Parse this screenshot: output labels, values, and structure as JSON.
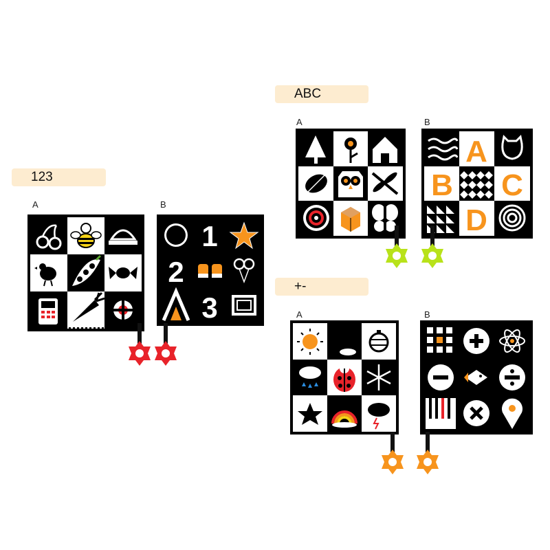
{
  "sets": [
    {
      "id": "123",
      "title": "123",
      "side_a": "A",
      "side_b": "B",
      "teether_color": "#e8232a"
    },
    {
      "id": "abc",
      "title": "ABC",
      "side_a": "A",
      "side_b": "B",
      "teether_color": "#b8e21a"
    },
    {
      "id": "plusminus",
      "title": "+-",
      "side_a": "A",
      "side_b": "B",
      "teether_color": "#f7941d"
    }
  ],
  "panels": {
    "set_123_a": [
      "cherries-icon",
      "bee-icon",
      "hat-icon",
      "bird-icon",
      "peapod-icon",
      "candy-icon",
      "phone-icon",
      "carrot-icon",
      "flower-icon"
    ],
    "set_123_b": [
      "circle-icon",
      "number-1",
      "star-icon",
      "number-2",
      "gloves-icon",
      "balloons-icon",
      "tent-icon",
      "number-3",
      "frame-icon"
    ],
    "set_abc_a": [
      "tree-icon",
      "flower-icon",
      "house-icon",
      "leaf-icon",
      "owl-icon",
      "dragonfly-icon",
      "target-icon",
      "cube-icon",
      "butterfly-icon"
    ],
    "set_abc_b": [
      "waves-icon",
      "letter-a",
      "cat-icon",
      "letter-b",
      "diamond-pattern-icon",
      "letter-c",
      "triangle-pattern-icon",
      "letter-d",
      "circles-icon"
    ],
    "set_pm_a": [
      "sun-icon",
      "moon-icon",
      "ornament-icon",
      "cloud-rain-icon",
      "ladybug-icon",
      "snowflake-icon",
      "star-face-icon",
      "rainbow-icon",
      "storm-cloud-icon"
    ],
    "set_pm_b": [
      "pattern-icon",
      "plus-icon",
      "atom-icon",
      "minus-icon",
      "fish-icon",
      "divide-icon",
      "piano-icon",
      "times-icon",
      "pin-icon"
    ]
  },
  "glyph_text": {
    "one": "1",
    "two": "2",
    "three": "3",
    "a": "A",
    "b": "B",
    "c": "C",
    "d": "D"
  },
  "colors": {
    "accent_orange": "#f7941d",
    "pill_bg": "#fdecd0",
    "red": "#e8232a",
    "lime": "#b8e21a"
  }
}
